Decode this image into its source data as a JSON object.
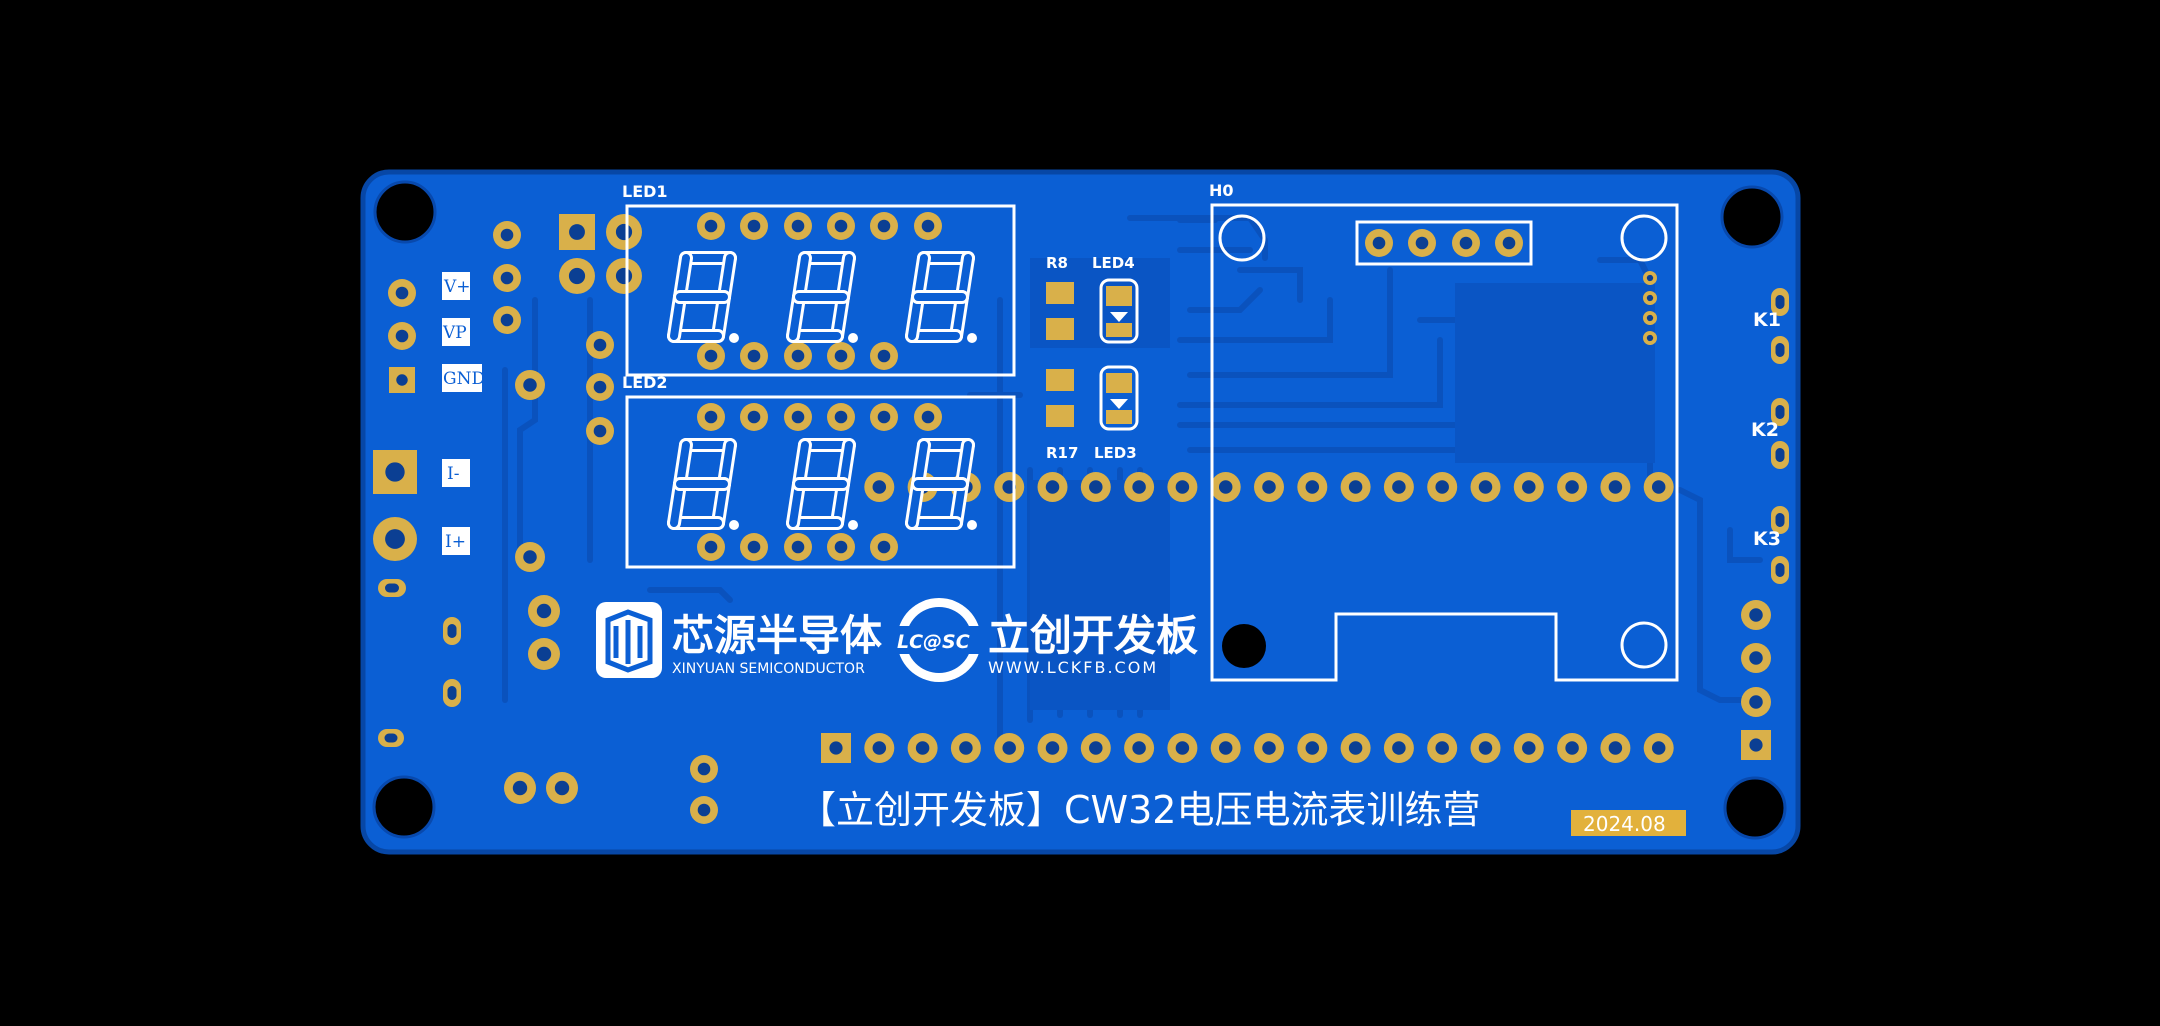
{
  "board": {
    "title": "【立创开发板】CW32电压电流表训练营",
    "date": "2024.08",
    "colors": {
      "background": "#000000",
      "board": "#0b5fd4",
      "board_edge": "#0747a6",
      "copper": "#d9b04a",
      "trace": "#0a52bd",
      "silk": "#ffffff",
      "date_bg": "#e2b13c"
    }
  },
  "silkscreen": {
    "led1": "LED1",
    "led2": "LED2",
    "led3": "LED3",
    "led4": "LED4",
    "r8": "R8",
    "r17": "R17",
    "h0": "H0",
    "k1": "K1",
    "k2": "K2",
    "k3": "K3",
    "vplus": "V+",
    "vp": "VP",
    "gnd": "GND",
    "iminus": "I-",
    "iplus": "I+"
  },
  "logos": {
    "xinyuan": {
      "name": "芯源半导体",
      "sub": "XINYUAN SEMICONDUCTOR"
    },
    "lckfb": {
      "mark": "LC@SC",
      "name": "立创开发板",
      "url": "WWW.LCKFB.COM"
    }
  }
}
